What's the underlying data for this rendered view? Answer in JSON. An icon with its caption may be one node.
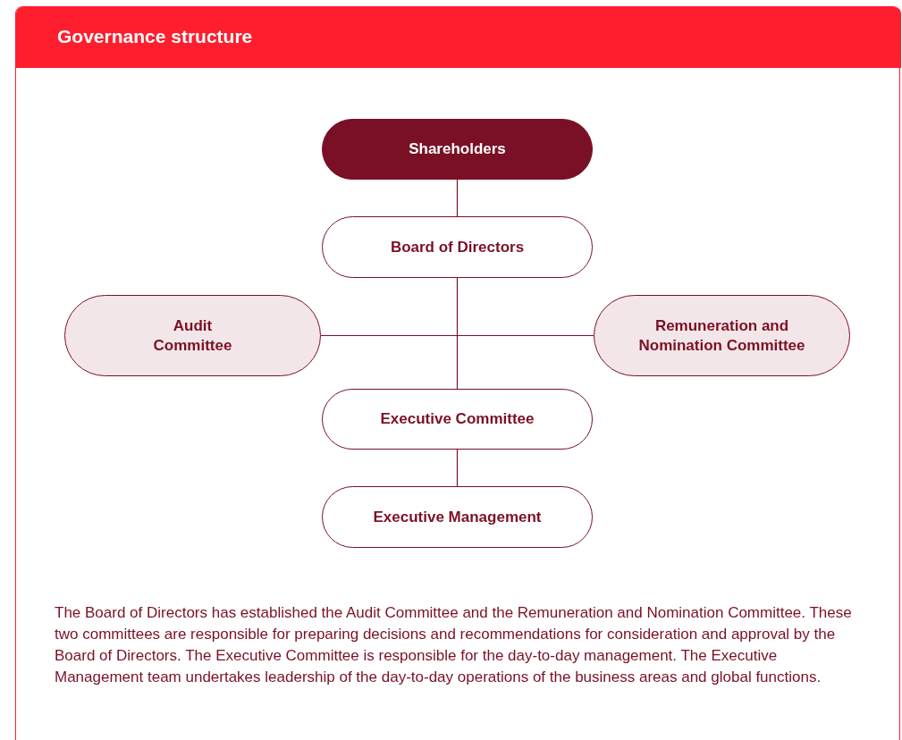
{
  "diagram": {
    "title": "Governance structure",
    "nodes": [
      {
        "text": [
          "Shareholders"
        ]
      },
      {
        "text": [
          "Board of Directors"
        ]
      },
      {
        "text": [
          "Audit Committee"
        ]
      },
      {
        "text": [
          "Remuneration and Nomination Committee"
        ]
      },
      {
        "text": [
          "Executive Committee"
        ]
      },
      {
        "text": [
          "Executive Management"
        ]
      }
    ],
    "edges": [
      {
        "from": 0,
        "to": 1,
        "arrow": "none"
      },
      {
        "from": 1,
        "to": 4,
        "arrow": "none"
      },
      {
        "from": 2,
        "to": 3,
        "arrow": "none"
      },
      {
        "from": 4,
        "to": 5,
        "arrow": "none"
      }
    ],
    "caption": "The Board of Directors has established the Audit Committee and the Remuneration and Nomination Committee. These two committees are responsible for preparing decisions and recommendations for consideration and approval by the Board of Directors. The Executive Committee is responsible for the day-to-day management. The Executive Management team undertakes leadership of the day-to-day operations of the business areas and global functions."
  }
}
